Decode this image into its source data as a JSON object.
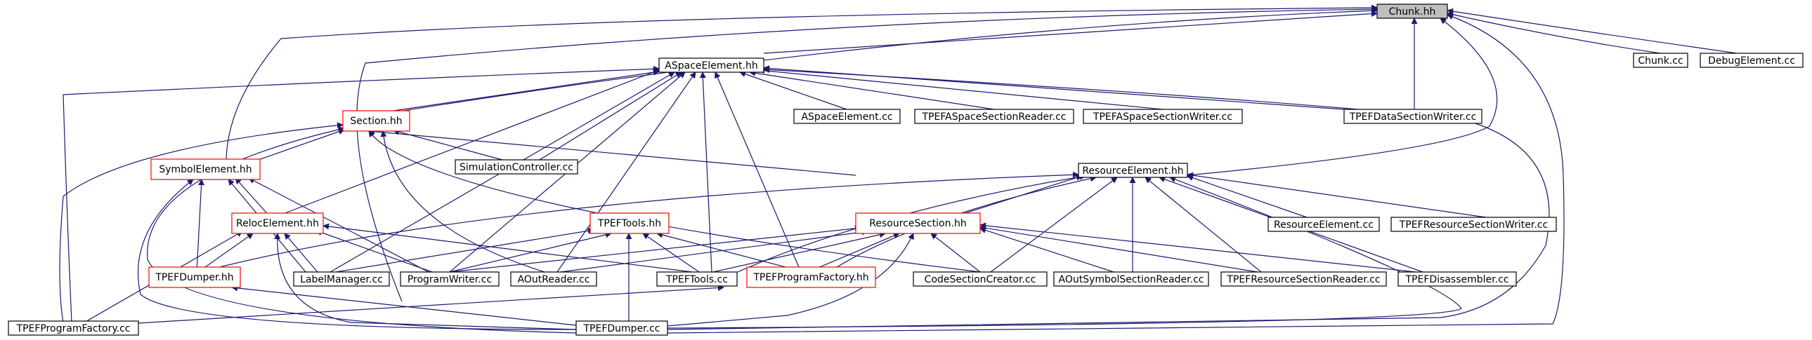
{
  "colors": {
    "edge": "#191970",
    "truncated_border": "#ff0000",
    "normal_border": "#000000",
    "root_fill": "#bfbfbf"
  },
  "nodes": {
    "chunk_hh": "Chunk.hh",
    "aspaceelement_hh": "ASpaceElement.hh",
    "chunk_cc": "Chunk.cc",
    "debugelement_cc": "DebugElement.cc",
    "section_hh": "Section.hh",
    "aspaceelement_cc": "ASpaceElement.cc",
    "tpefaspacesectionreader_cc": "TPEFASpaceSectionReader.cc",
    "tpefaspacesectionwriter_cc": "TPEFASpaceSectionWriter.cc",
    "tpefdatasectionwriter_cc": "TPEFDataSectionWriter.cc",
    "symbolelement_hh": "SymbolElement.hh",
    "simulationcontroller_cc": "SimulationController.cc",
    "resourceelement_hh": "ResourceElement.hh",
    "relocelement_hh": "RelocElement.hh",
    "tpeftools_hh": "TPEFTools.hh",
    "resourcesection_hh": "ResourceSection.hh",
    "resourceelement_cc": "ResourceElement.cc",
    "tpefresourcesectionwriter_cc": "TPEFResourceSectionWriter.cc",
    "tpefdumper_hh": "TPEFDumper.hh",
    "labelmanager_cc": "LabelManager.cc",
    "programwriter_cc": "ProgramWriter.cc",
    "aoutreader_cc": "AOutReader.cc",
    "tpeftools_cc": "TPEFTools.cc",
    "tpefprogramfactory_hh": "TPEFProgramFactory.hh",
    "codesectioncreator_cc": "CodeSectionCreator.cc",
    "aoutsymbolsectionreader_cc": "AOutSymbolSectionReader.cc",
    "tpefresourcesectionreader_cc": "TPEFResourceSectionReader.cc",
    "tpefdisassembler_cc": "TPEFDisassembler.cc",
    "tpefprogramfactory_cc": "TPEFProgramFactory.cc",
    "tpefdumper_cc": "TPEFDumper.cc"
  }
}
